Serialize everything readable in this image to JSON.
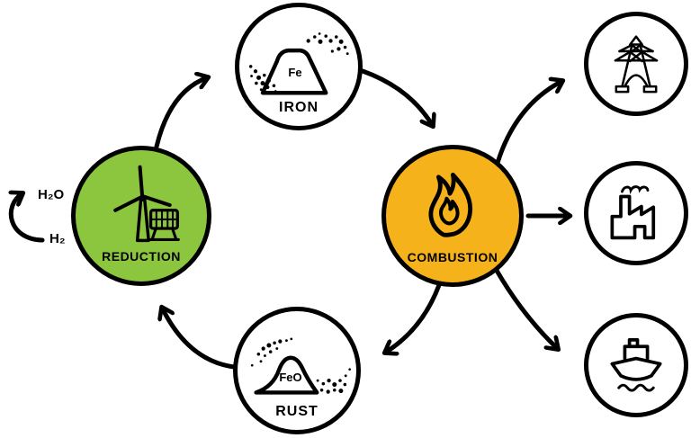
{
  "colors": {
    "background": "#FFFFFF",
    "reduction_fill": "#8CC63F",
    "combustion_fill": "#F6B21B",
    "line": "#000000"
  },
  "nodes": {
    "reduction": {
      "label": "REDUCTION",
      "icon": "wind-turbine-and-solar-panel-icon",
      "fill": "#8CC63F"
    },
    "iron": {
      "label": "IRON",
      "pile_label": "Fe",
      "icon": "iron-powder-pile-icon"
    },
    "combustion": {
      "label": "COMBUSTION",
      "icon": "flame-icon",
      "fill": "#F6B21B"
    },
    "rust": {
      "label": "RUST",
      "pile_label": "FeO",
      "icon": "rust-powder-pile-icon"
    },
    "power_grid": {
      "icon": "transmission-tower-icon"
    },
    "industry": {
      "icon": "factory-icon"
    },
    "shipping": {
      "icon": "ship-icon"
    }
  },
  "side_labels": {
    "h2o": "H₂O",
    "h2": "H₂"
  },
  "arrows": [
    "reduction-to-iron",
    "iron-to-combustion",
    "combustion-to-power-grid",
    "combustion-to-industry",
    "combustion-to-shipping",
    "combustion-to-rust",
    "rust-to-reduction",
    "h2-recycle-loop"
  ]
}
